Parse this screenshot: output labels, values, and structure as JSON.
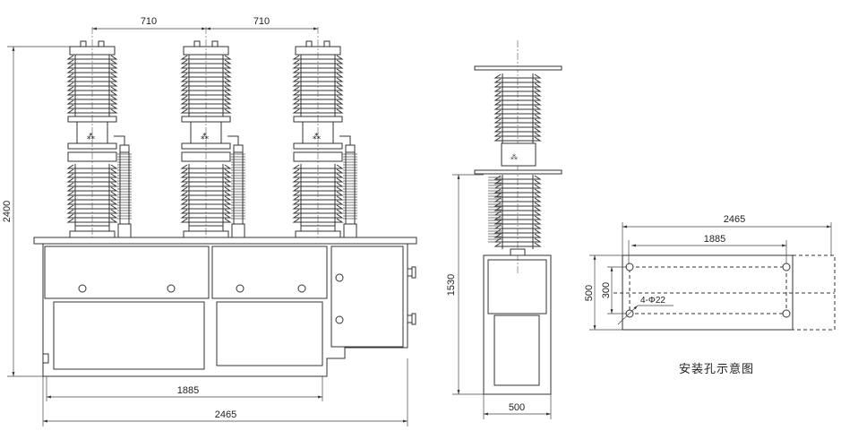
{
  "front_view": {
    "dim_pole_spacing_left": "710",
    "dim_pole_spacing_right": "710",
    "dim_height": "2400",
    "dim_mount_width": "1885",
    "dim_total_width": "2465"
  },
  "side_view": {
    "dim_height": "1530",
    "dim_depth": "500"
  },
  "mounting_plan": {
    "dim_total_width": "2465",
    "dim_hole_spacing": "1885",
    "dim_depth": "500",
    "dim_hole_depth_spacing": "300",
    "hole_spec": "4-Φ22",
    "caption": "安装孔示意图"
  }
}
